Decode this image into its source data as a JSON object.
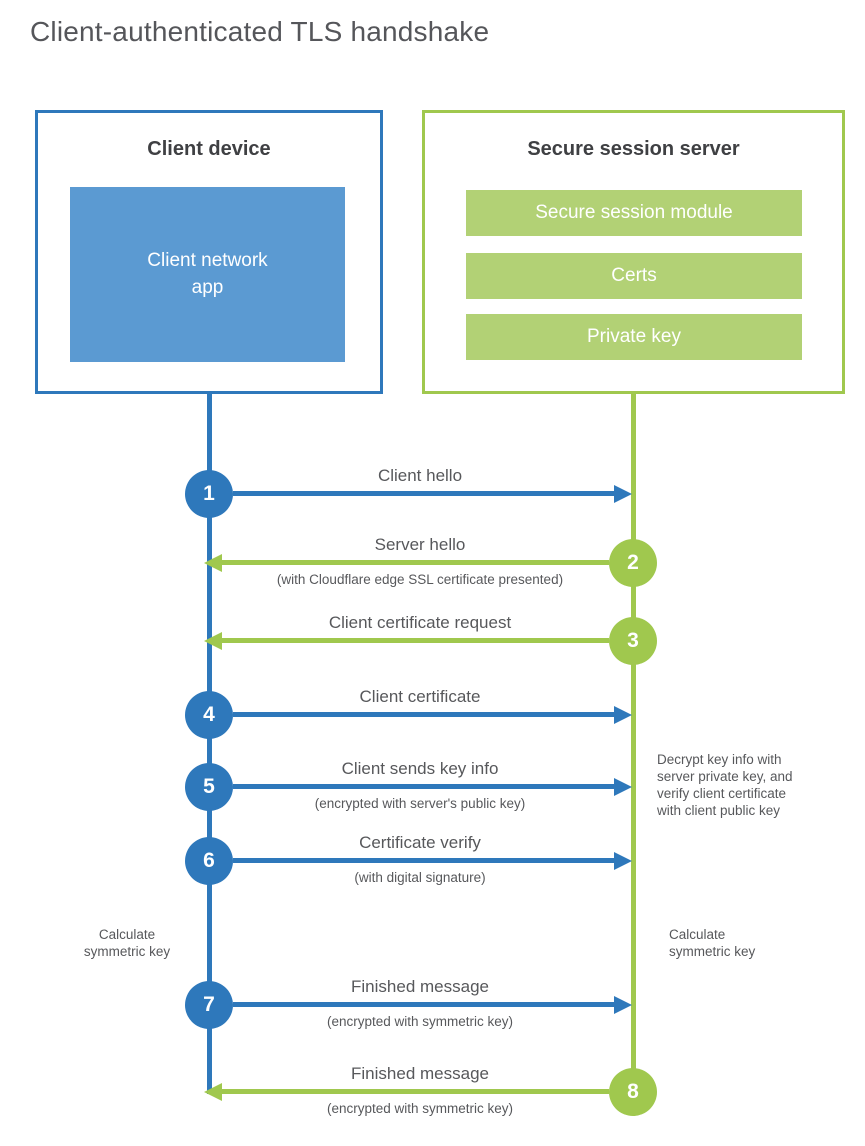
{
  "page": {
    "title": "Client-authenticated TLS handshake"
  },
  "colors": {
    "blue_stroke": "#2e78bb",
    "blue_fill": "#5b9ad2",
    "green_stroke": "#a0c84e",
    "green_fill": "#b2d175",
    "heading_text": "#3f4043",
    "body_text": "#57585b"
  },
  "client_box": {
    "title": "Client device",
    "module": "Client network\napp"
  },
  "server_box": {
    "title": "Secure session server",
    "modules": [
      "Secure session module",
      "Certs",
      "Private key"
    ]
  },
  "steps": [
    {
      "num": "1",
      "actor": "client",
      "direction": "right",
      "label": "Client hello",
      "sub": ""
    },
    {
      "num": "2",
      "actor": "server",
      "direction": "left",
      "label": "Server hello",
      "sub": "(with Cloudflare edge SSL certificate presented)"
    },
    {
      "num": "3",
      "actor": "server",
      "direction": "left",
      "label": "Client certificate request",
      "sub": ""
    },
    {
      "num": "4",
      "actor": "client",
      "direction": "right",
      "label": "Client certificate",
      "sub": ""
    },
    {
      "num": "5",
      "actor": "client",
      "direction": "right",
      "label": "Client sends key info",
      "sub": "(encrypted with server's public key)"
    },
    {
      "num": "6",
      "actor": "client",
      "direction": "right",
      "label": "Certificate verify",
      "sub": "(with digital signature)"
    },
    {
      "num": "7",
      "actor": "client",
      "direction": "right",
      "label": "Finished message",
      "sub": "(encrypted with symmetric key)"
    },
    {
      "num": "8",
      "actor": "server",
      "direction": "left",
      "label": "Finished message",
      "sub": "(encrypted with symmetric key)"
    }
  ],
  "annotations": {
    "decrypt_note": "Decrypt key info with\nserver private key, and\nverify client certificate\nwith client public key",
    "calc_left": "Calculate\nsymmetric key",
    "calc_right": "Calculate\nsymmetric key"
  }
}
